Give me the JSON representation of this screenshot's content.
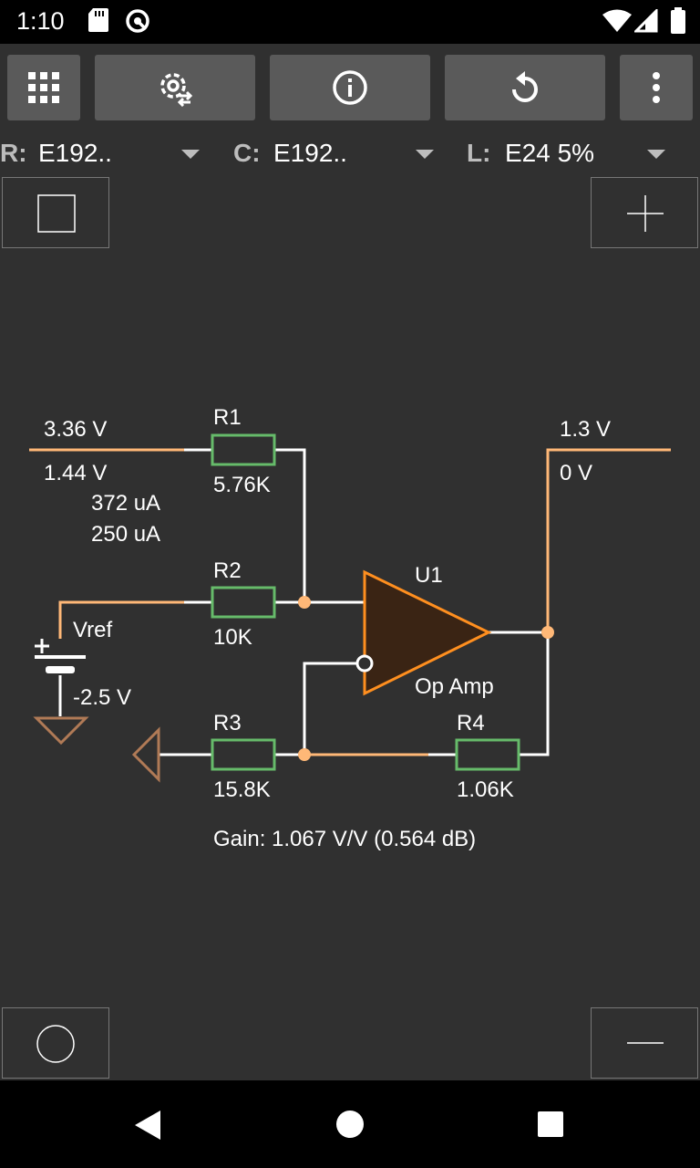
{
  "status_bar": {
    "time": "1:10"
  },
  "toolbar": {
    "grid_icon": "grid-icon",
    "settings_icon": "settings-swap-icon",
    "info_icon": "info-icon",
    "reset_icon": "refresh-icon",
    "more_icon": "more-vert-icon"
  },
  "selectors": {
    "r": {
      "prefix": "R:",
      "value": "E192.."
    },
    "c": {
      "prefix": "C:",
      "value": "E192.."
    },
    "l": {
      "prefix": "L:",
      "value": "E24 5%"
    }
  },
  "circuit": {
    "input": {
      "voltage_top": "3.36 V",
      "voltage_bottom": "1.44 V",
      "current_top": "372 uA",
      "current_bottom": "250 uA"
    },
    "r1": {
      "name": "R1",
      "value": "5.76K"
    },
    "r2": {
      "name": "R2",
      "value": "10K"
    },
    "r3": {
      "name": "R3",
      "value": "15.8K"
    },
    "r4": {
      "name": "R4",
      "value": "1.06K"
    },
    "vref": {
      "name": "Vref",
      "value": "-2.5 V"
    },
    "u1": {
      "name": "U1",
      "type": "Op Amp"
    },
    "output": {
      "voltage_top": "1.3 V",
      "voltage_bottom": "0 V"
    },
    "gain": "Gain: 1.067 V/V (0.564 dB)"
  },
  "colors": {
    "wire": "#ffb877",
    "resistor": "#66bb6a",
    "opamp": "#ff8f1f",
    "opamp_fill": "#3a2414",
    "ground": "#b07a56"
  }
}
